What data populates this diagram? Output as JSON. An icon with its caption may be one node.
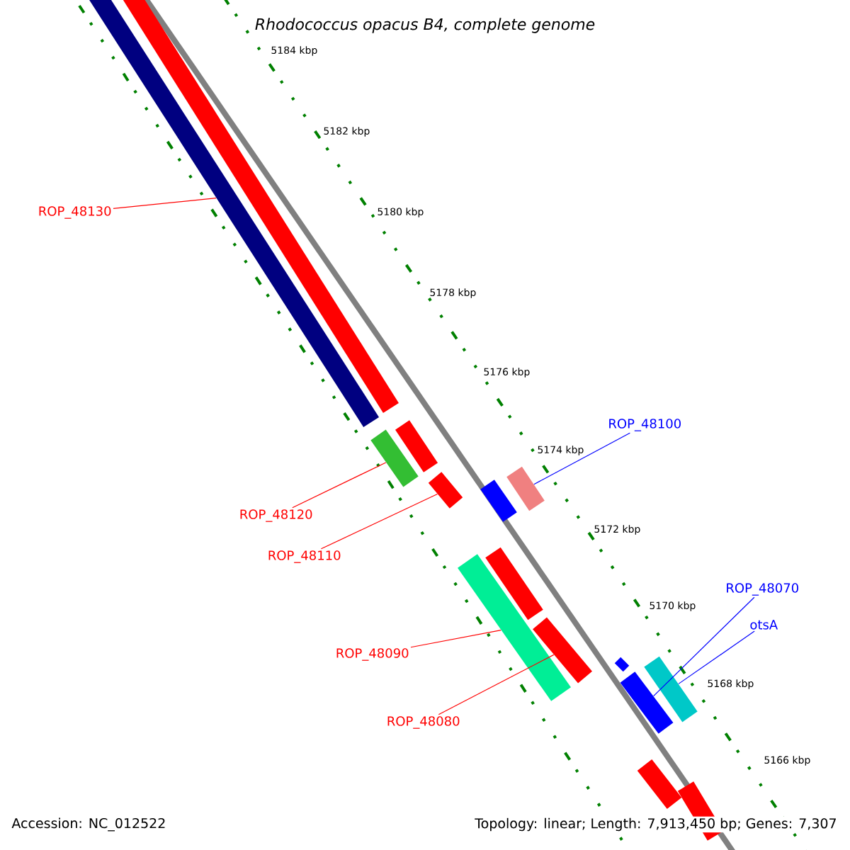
{
  "diagram": {
    "title": "Rhodococcus opacus B4, complete genome",
    "nodes": [
      {
        "text": [
          "ROP_48130"
        ]
      },
      {
        "text": [
          "ROP_48100"
        ]
      },
      {
        "text": [
          "ROP_48120"
        ]
      },
      {
        "text": [
          "ROP_48110"
        ]
      },
      {
        "text": [
          "ROP_48070"
        ]
      },
      {
        "text": [
          "otsA"
        ]
      },
      {
        "text": [
          "ROP_48090"
        ]
      },
      {
        "text": [
          "ROP_48080"
        ]
      },
      {
        "text": [],
        "shape": "bar"
      },
      {
        "text": [],
        "shape": "bar"
      },
      {
        "text": [],
        "shape": "bar"
      },
      {
        "text": [],
        "shape": "bar"
      },
      {
        "text": [],
        "shape": "bar"
      },
      {
        "text": [],
        "shape": "bar"
      },
      {
        "text": [],
        "shape": "bar"
      },
      {
        "text": [],
        "shape": "bar"
      },
      {
        "text": [],
        "shape": "bar"
      },
      {
        "text": [],
        "shape": "bar"
      },
      {
        "text": [],
        "shape": "bar"
      },
      {
        "text": [],
        "shape": "bar"
      },
      {
        "text": [],
        "shape": "bar"
      },
      {
        "text": [],
        "shape": "bar"
      },
      {
        "text": [],
        "shape": "bar"
      }
    ],
    "edges": [
      {
        "from": 0,
        "to": 8,
        "arrow": "none"
      },
      {
        "from": 1,
        "to": 12,
        "arrow": "none",
        "color": "#0000ff"
      },
      {
        "from": 2,
        "to": 11,
        "arrow": "none"
      },
      {
        "from": 3,
        "to": 13,
        "arrow": "none"
      },
      {
        "from": 4,
        "to": 20,
        "arrow": "none",
        "color": "#0000ff"
      },
      {
        "from": 5,
        "to": 19,
        "arrow": "none",
        "color": "#0000ff"
      },
      {
        "from": 6,
        "to": 16,
        "arrow": "none"
      },
      {
        "from": 7,
        "to": 17,
        "arrow": "none"
      }
    ],
    "labels": [
      "5184 kbp",
      "5182 kbp",
      "5180 kbp",
      "5178 kbp",
      "5176 kbp",
      "5174 kbp",
      "5172 kbp",
      "5170 kbp",
      "5168 kbp",
      "5166 kbp",
      "Accession: NC_012522",
      "Topology: linear; Length: 7,913,450 bp; Genes: 7,307"
    ]
  }
}
